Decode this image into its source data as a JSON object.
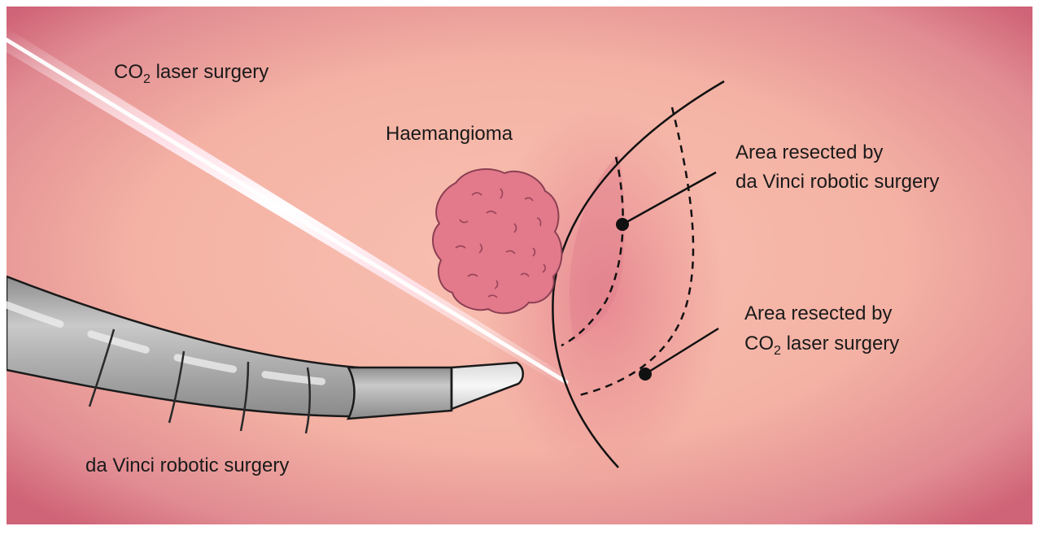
{
  "labels": {
    "laser": {
      "prefix": "CO",
      "sub": "2",
      "suffix": " laser surgery"
    },
    "robot": "da Vinci robotic surgery",
    "haemangioma": "Haemangioma",
    "area_davinci": {
      "line1": "Area resected by",
      "line2": "da Vinci robotic surgery"
    },
    "area_laser": {
      "line1": "Area resected by",
      "prefix": "CO",
      "sub": "2",
      "suffix": " laser surgery"
    }
  },
  "colors": {
    "tissue_light": "#f6b8a8",
    "tissue_edge": "#cf6377",
    "tumor_fill": "#e27a8c",
    "tumor_stroke": "#8b3f52",
    "instrument_gray": "#a8a8a8",
    "ink": "#111111"
  }
}
